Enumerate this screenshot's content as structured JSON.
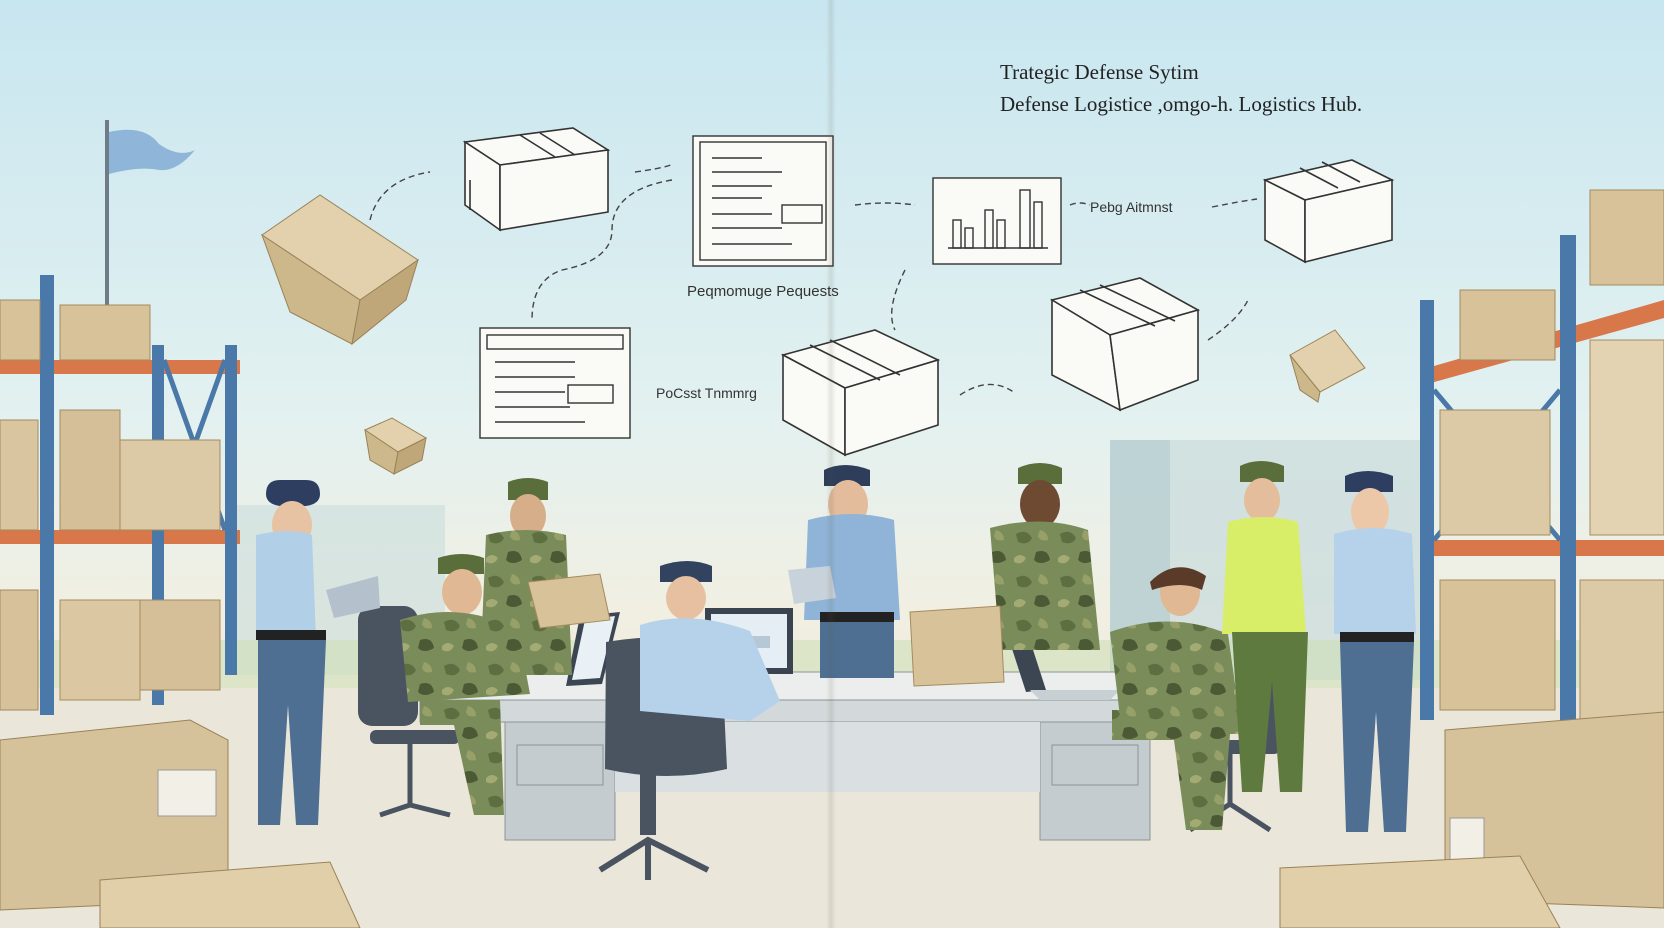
{
  "title": {
    "line1": "Trategic Defense Sytim",
    "line2": "Defense Logistice  ,omgo-h. Logistics Hub."
  },
  "labels": {
    "requests": "Peqmomuge Pequests",
    "tracking": "PoCsst Tnmmrg",
    "forward": "Pebg Aitmnst"
  },
  "colors": {
    "sky": "#c8e6f0",
    "floor": "#eae6da",
    "cardboard": "#d7c29a",
    "shelf_blue": "#4a78a8",
    "shelf_orange": "#d7774a",
    "camo": "#6f8452",
    "uniform_blue": "#a8c8e6",
    "trousers_blue": "#4e6f92",
    "hi_vis": "#d8ee68",
    "sketch_line": "#333333"
  }
}
